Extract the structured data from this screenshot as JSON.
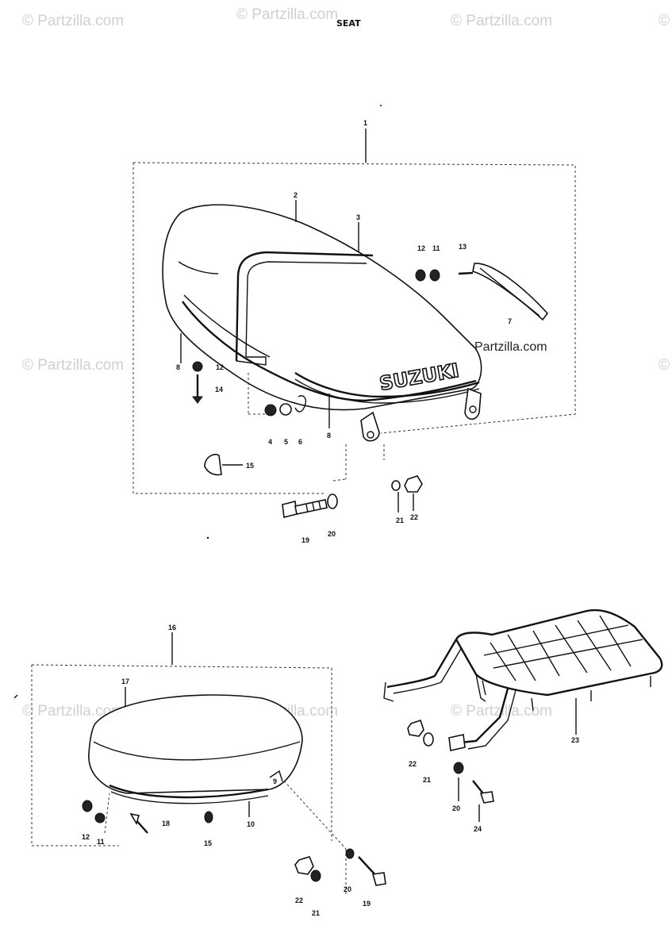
{
  "page": {
    "title": "SEAT"
  },
  "watermarks": {
    "text": "© Partzilla.com",
    "inline": "Partzilla.com"
  },
  "brand": "SUZUKI",
  "callouts": {
    "1": "1",
    "2": "2",
    "3": "3",
    "4": "4",
    "5": "5",
    "6": "6",
    "7": "7",
    "8": "8",
    "9": "9",
    "10": "10",
    "11": "11",
    "12": "12",
    "13": "13",
    "14": "14",
    "15": "15",
    "16": "16",
    "17": "17",
    "18": "18",
    "19": "19",
    "20": "20",
    "21": "21",
    "22": "22",
    "23": "23",
    "24": "24"
  }
}
